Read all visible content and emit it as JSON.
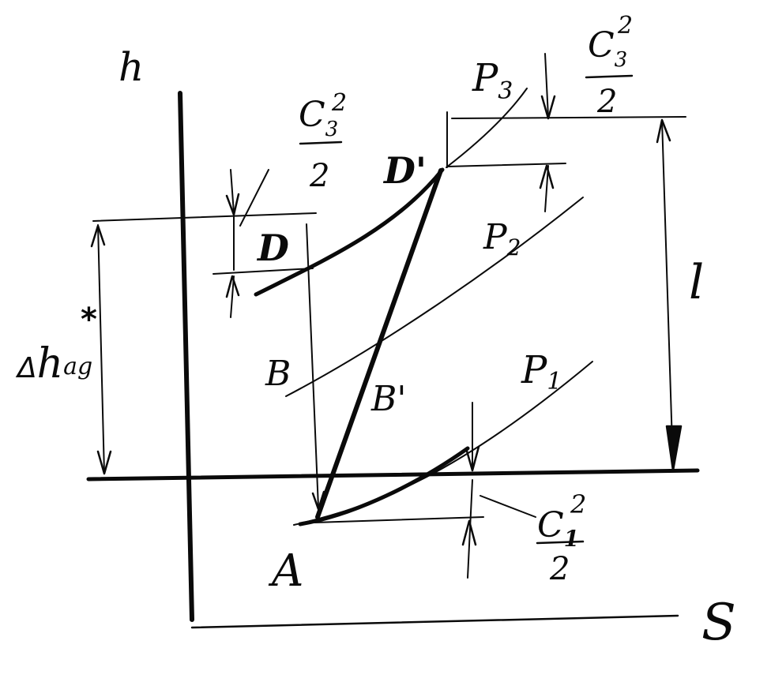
{
  "axes": {
    "vertical": "h",
    "horizontal": "S"
  },
  "isobars": {
    "p1": {
      "base": "P",
      "sub": "1"
    },
    "p2": {
      "base": "P",
      "sub": "2"
    },
    "p3": {
      "base": "P",
      "sub": "3"
    }
  },
  "points": {
    "a": "A",
    "b": "B",
    "b_prime": "B'",
    "d": "D",
    "d_prime": "D'"
  },
  "quantities": {
    "delta_h": {
      "delta": "Δ",
      "h": "h",
      "star": "*",
      "sub": "ag"
    },
    "work": "l",
    "c3_left": {
      "c": "C",
      "sub": "3",
      "sup": "2",
      "den": "2"
    },
    "c3_right": {
      "c": "C",
      "sub": "3",
      "sup": "2",
      "den": "2"
    },
    "c1": {
      "c": "C",
      "sub": "1",
      "sup": "2",
      "den": "2"
    }
  },
  "colors": {
    "ink": "#0a0a0a",
    "paper": "#ffffff"
  }
}
